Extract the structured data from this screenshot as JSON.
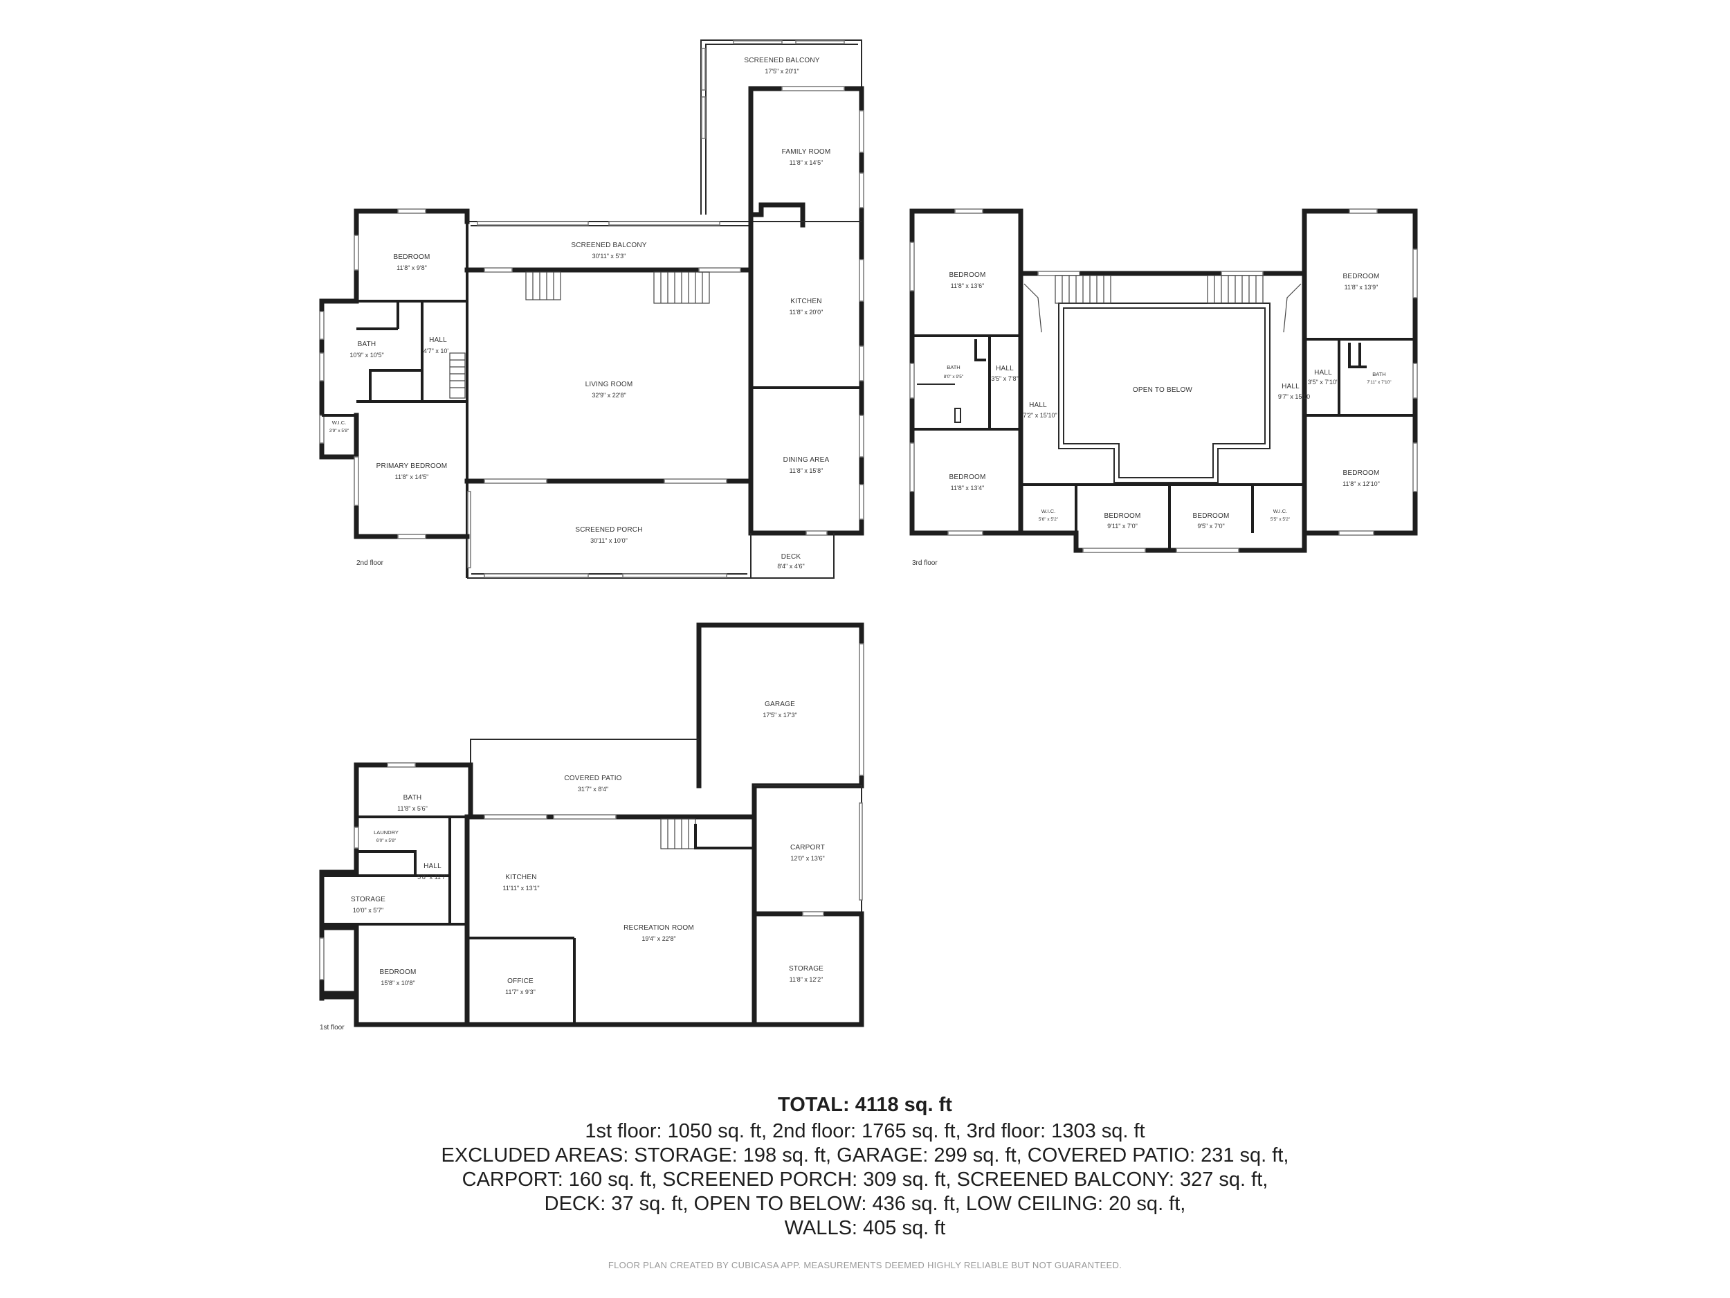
{
  "floors": {
    "floor2": {
      "label": "2nd floor",
      "rooms": {
        "screened_balcony_top": {
          "name": "SCREENED BALCONY",
          "dim": "17'5\" x 20'1\""
        },
        "family_room": {
          "name": "FAMILY ROOM",
          "dim": "11'8\" x 14'5\""
        },
        "bedroom": {
          "name": "BEDROOM",
          "dim": "11'8\" x 9'8\""
        },
        "screened_balcony": {
          "name": "SCREENED BALCONY",
          "dim": "30'11\" x 5'3\""
        },
        "kitchen": {
          "name": "KITCHEN",
          "dim": "11'8\" x 20'0\""
        },
        "bath": {
          "name": "BATH",
          "dim": "10'9\" x 10'5\""
        },
        "hall": {
          "name": "HALL",
          "dim": "4'7\" x 10'"
        },
        "living_room": {
          "name": "LIVING ROOM",
          "dim": "32'9\" x 22'8\""
        },
        "wic": {
          "name": "W.I.C.",
          "dim": "3'9\" x 5'8\""
        },
        "primary_bedroom": {
          "name": "PRIMARY BEDROOM",
          "dim": "11'8\" x 14'5\""
        },
        "dining_area": {
          "name": "DINING AREA",
          "dim": "11'8\" x 15'8\""
        },
        "screened_porch": {
          "name": "SCREENED PORCH",
          "dim": "30'11\" x 10'0\""
        },
        "deck": {
          "name": "DECK",
          "dim": "8'4\" x 4'6\""
        }
      }
    },
    "floor3": {
      "label": "3rd floor",
      "rooms": {
        "bedroom_tl": {
          "name": "BEDROOM",
          "dim": "11'8\" x 13'6\""
        },
        "bedroom_tr": {
          "name": "BEDROOM",
          "dim": "11'8\" x 13'9\""
        },
        "bath_l": {
          "name": "BATH",
          "dim": "8'0\" x 9'5\""
        },
        "hall_l_small": {
          "name": "HALL",
          "dim": "3'5\" x 7'8\""
        },
        "open_to_below": {
          "name": "OPEN TO BELOW",
          "dim": ""
        },
        "hall_r": {
          "name": "HALL",
          "dim": "9'7\" x 15'10"
        },
        "hall_r_small": {
          "name": "HALL",
          "dim": "3'5\" x 7'10\""
        },
        "bath_r": {
          "name": "BATH",
          "dim": "7'11\" x 7'10\""
        },
        "hall_l": {
          "name": "HALL",
          "dim": "7'2\" x 15'10\""
        },
        "bedroom_bl": {
          "name": "BEDROOM",
          "dim": "11'8\" x 13'4\""
        },
        "bedroom_br": {
          "name": "BEDROOM",
          "dim": "11'8\" x 12'10\""
        },
        "wic_l": {
          "name": "W.I.C.",
          "dim": "5'6\" x 5'2\""
        },
        "bedroom_cl": {
          "name": "BEDROOM",
          "dim": "9'11\" x 7'0\""
        },
        "bedroom_cr": {
          "name": "BEDROOM",
          "dim": "9'5\" x 7'0\""
        },
        "wic_r": {
          "name": "W.I.C.",
          "dim": "5'5\" x 5'2\""
        }
      }
    },
    "floor1": {
      "label": "1st floor",
      "rooms": {
        "garage": {
          "name": "GARAGE",
          "dim": "17'5\" x 17'3\""
        },
        "covered_patio": {
          "name": "COVERED PATIO",
          "dim": "31'7\" x 8'4\""
        },
        "bath": {
          "name": "BATH",
          "dim": "11'8\" x 5'6\""
        },
        "laundry": {
          "name": "LAUNDRY",
          "dim": "6'0\" x 5'8\""
        },
        "carport": {
          "name": "CARPORT",
          "dim": "12'0\" x 13'6\""
        },
        "hall": {
          "name": "HALL",
          "dim": "5'8\" x 11'7\""
        },
        "kitchen": {
          "name": "KITCHEN",
          "dim": "11'11\" x 13'1\""
        },
        "storage_l": {
          "name": "STORAGE",
          "dim": "10'0\" x 5'7\""
        },
        "recreation_room": {
          "name": "RECREATION ROOM",
          "dim": "19'4\" x 22'8\""
        },
        "storage_r": {
          "name": "STORAGE",
          "dim": "11'8\" x 12'2\""
        },
        "bedroom": {
          "name": "BEDROOM",
          "dim": "15'8\" x 10'8\""
        },
        "office": {
          "name": "OFFICE",
          "dim": "11'7\" x 9'3\""
        }
      }
    }
  },
  "summary": {
    "total": "TOTAL: 4118 sq. ft",
    "line1": "1st floor: 1050 sq. ft, 2nd floor: 1765 sq. ft, 3rd floor: 1303 sq. ft",
    "line2": "EXCLUDED AREAS: STORAGE: 198 sq. ft, GARAGE: 299 sq. ft, COVERED PATIO: 231 sq. ft,",
    "line3": "CARPORT: 160 sq. ft, SCREENED PORCH: 309 sq. ft, SCREENED BALCONY: 327 sq. ft,",
    "line4": "DECK: 37 sq. ft, OPEN TO BELOW: 436 sq. ft, LOW CEILING: 20 sq. ft,",
    "line5": "WALLS: 405 sq. ft"
  },
  "footer": "FLOOR PLAN CREATED BY CUBICASA APP. MEASUREMENTS DEEMED HIGHLY RELIABLE BUT NOT GUARANTEED."
}
